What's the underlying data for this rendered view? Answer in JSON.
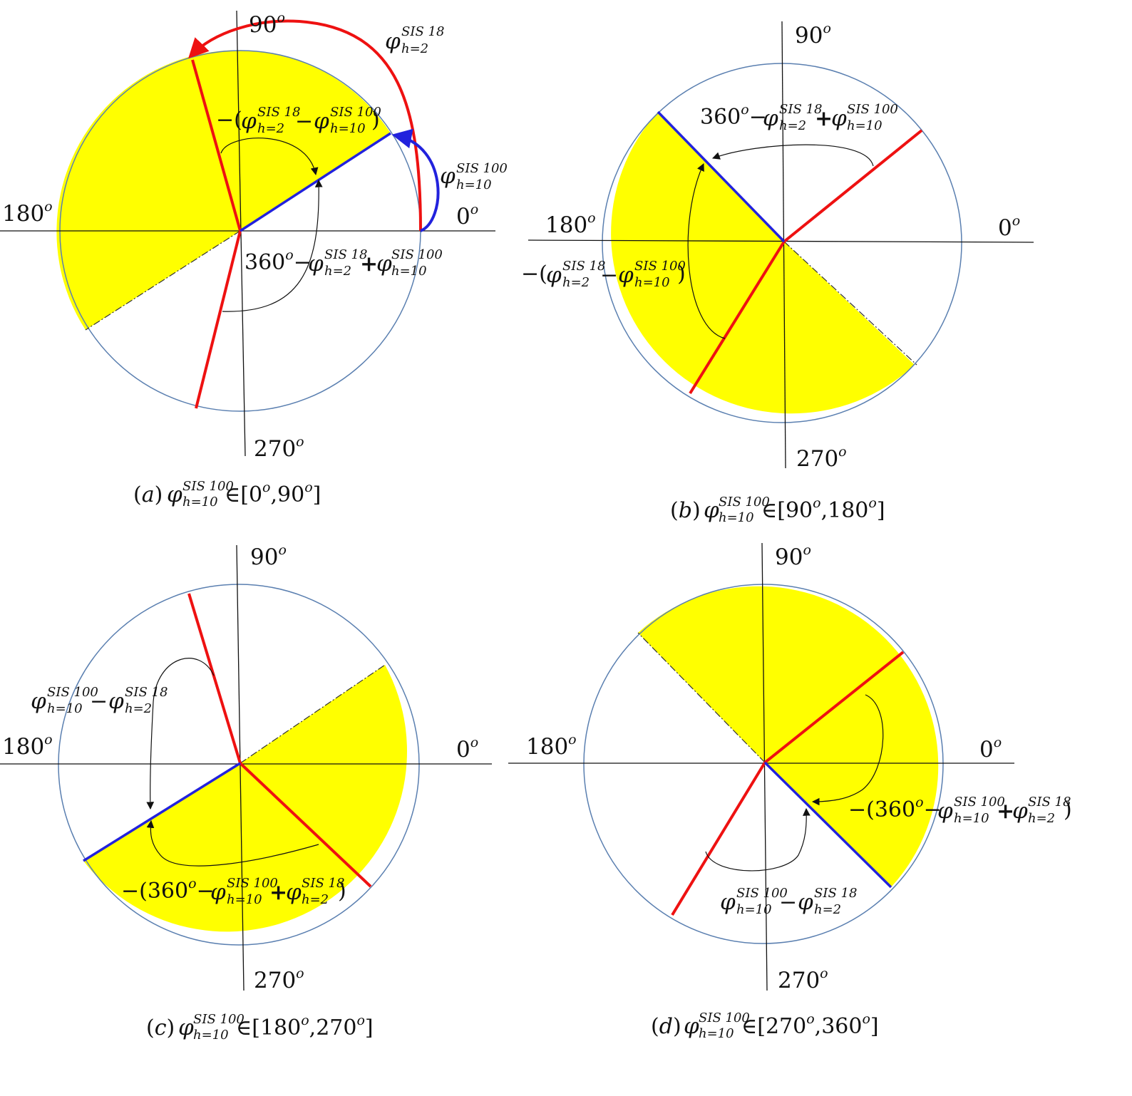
{
  "colors": {
    "fill": "#ffff00",
    "red": "#ee1111",
    "blue": "#2222dd",
    "circle": "#5a7fb0",
    "axis": "#111111"
  },
  "axis_labels": {
    "a": {
      "top": "90",
      "left": "180",
      "right": "0",
      "bottom": "270"
    },
    "b": {
      "top": "90",
      "left": "180",
      "right": "0",
      "bottom": "270"
    },
    "c": {
      "top": "90",
      "left": "180",
      "right": "0",
      "bottom": "270"
    },
    "d": {
      "top": "90",
      "left": "180",
      "right": "0",
      "bottom": "270"
    }
  },
  "degree_mark": "o",
  "symbols": {
    "phi": "φ",
    "sis18": "SIS 18",
    "sis100": "SIS 100",
    "h2": "h=2",
    "h10": "h=10",
    "n360": "360",
    "element_of": "∈"
  },
  "captions": {
    "a": {
      "letter": "a",
      "lo": "0",
      "hi": "90"
    },
    "b": {
      "letter": "b",
      "lo": "90",
      "hi": "180"
    },
    "c": {
      "letter": "c",
      "lo": "180",
      "hi": "270"
    },
    "d": {
      "letter": "d",
      "lo": "270",
      "hi": "360"
    }
  }
}
